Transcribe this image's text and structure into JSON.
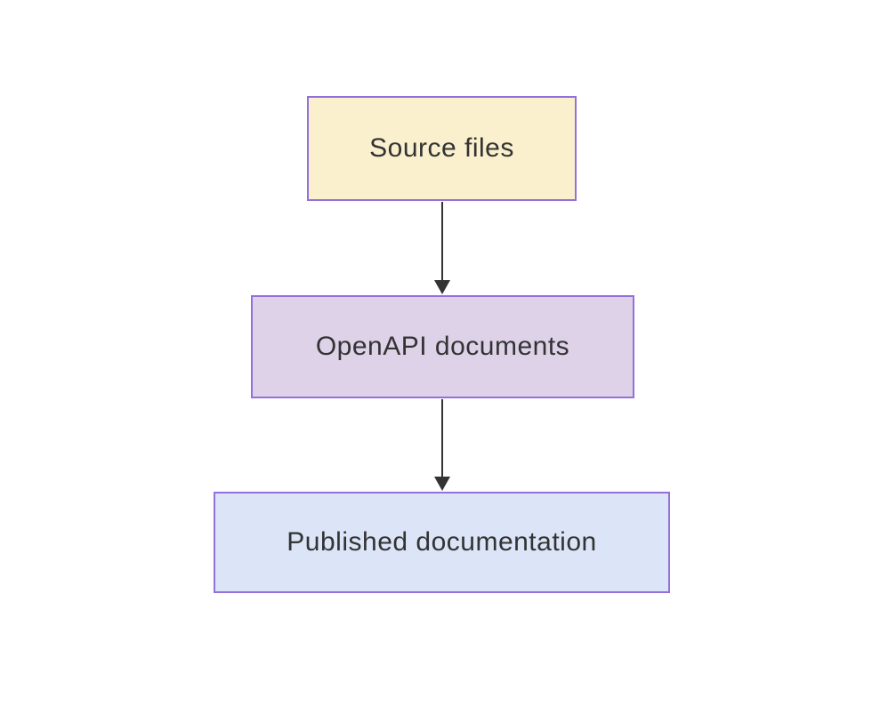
{
  "diagram": {
    "type": "flowchart",
    "direction": "top-down",
    "background_color": "#FFFFFF",
    "node_border_color": "#9370DB",
    "node_text_color": "#333333",
    "edge_color": "#333333",
    "nodes": [
      {
        "id": "source-files",
        "label": "Source files",
        "fill": "#FAF0CE"
      },
      {
        "id": "openapi-documents",
        "label": "OpenAPI documents",
        "fill": "#DED2E8"
      },
      {
        "id": "published-documentation",
        "label": "Published documentation",
        "fill": "#DBE5F7"
      }
    ],
    "edges": [
      {
        "from": "Source files",
        "to": "OpenAPI documents",
        "style": "solid-arrow"
      },
      {
        "from": "OpenAPI documents",
        "to": "Published documentation",
        "style": "solid-arrow"
      }
    ]
  }
}
